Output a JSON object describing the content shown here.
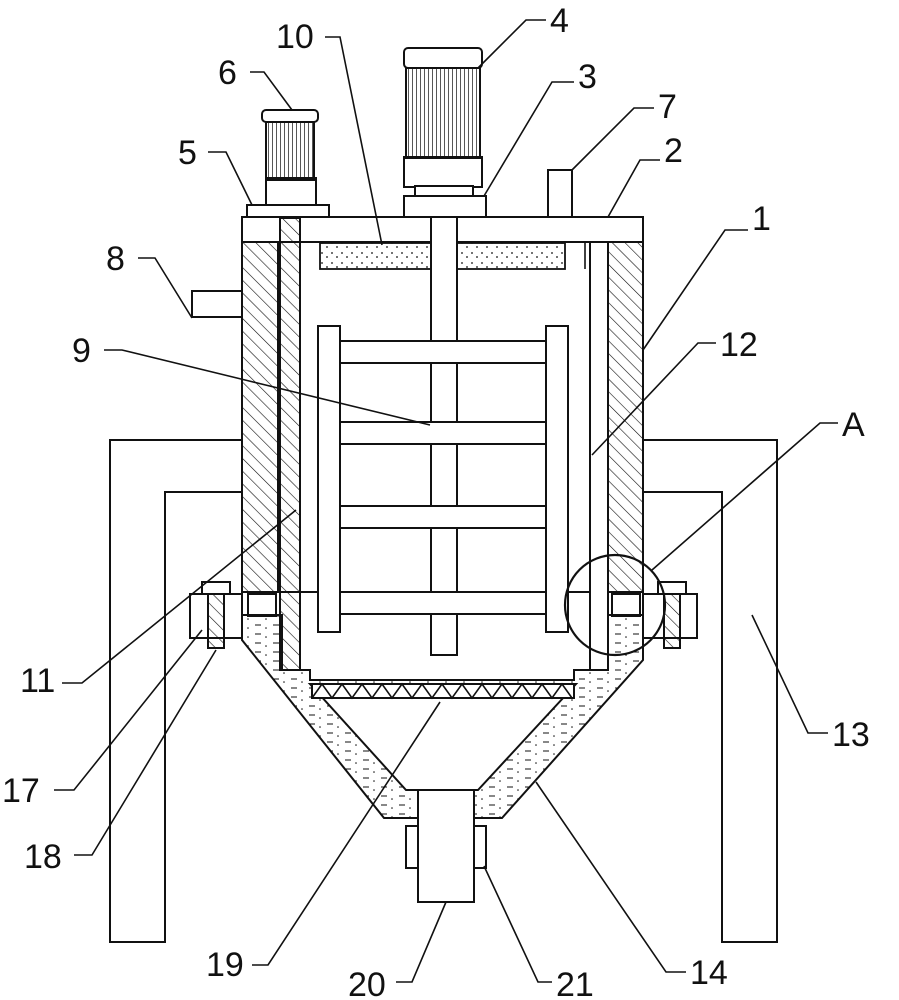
{
  "diagram": {
    "labels": [
      {
        "id": "callout-1",
        "text": "1"
      },
      {
        "id": "callout-2",
        "text": "2"
      },
      {
        "id": "callout-3",
        "text": "3"
      },
      {
        "id": "callout-4",
        "text": "4"
      },
      {
        "id": "callout-5",
        "text": "5"
      },
      {
        "id": "callout-6",
        "text": "6"
      },
      {
        "id": "callout-7",
        "text": "7"
      },
      {
        "id": "callout-8",
        "text": "8"
      },
      {
        "id": "callout-9",
        "text": "9"
      },
      {
        "id": "callout-10",
        "text": "10"
      },
      {
        "id": "callout-11",
        "text": "11"
      },
      {
        "id": "callout-12",
        "text": "12"
      },
      {
        "id": "callout-13",
        "text": "13"
      },
      {
        "id": "callout-14",
        "text": "14"
      },
      {
        "id": "callout-17",
        "text": "17"
      },
      {
        "id": "callout-18",
        "text": "18"
      },
      {
        "id": "callout-19",
        "text": "19"
      },
      {
        "id": "callout-20",
        "text": "20"
      },
      {
        "id": "callout-21",
        "text": "21"
      },
      {
        "id": "callout-A",
        "text": "A"
      }
    ]
  }
}
